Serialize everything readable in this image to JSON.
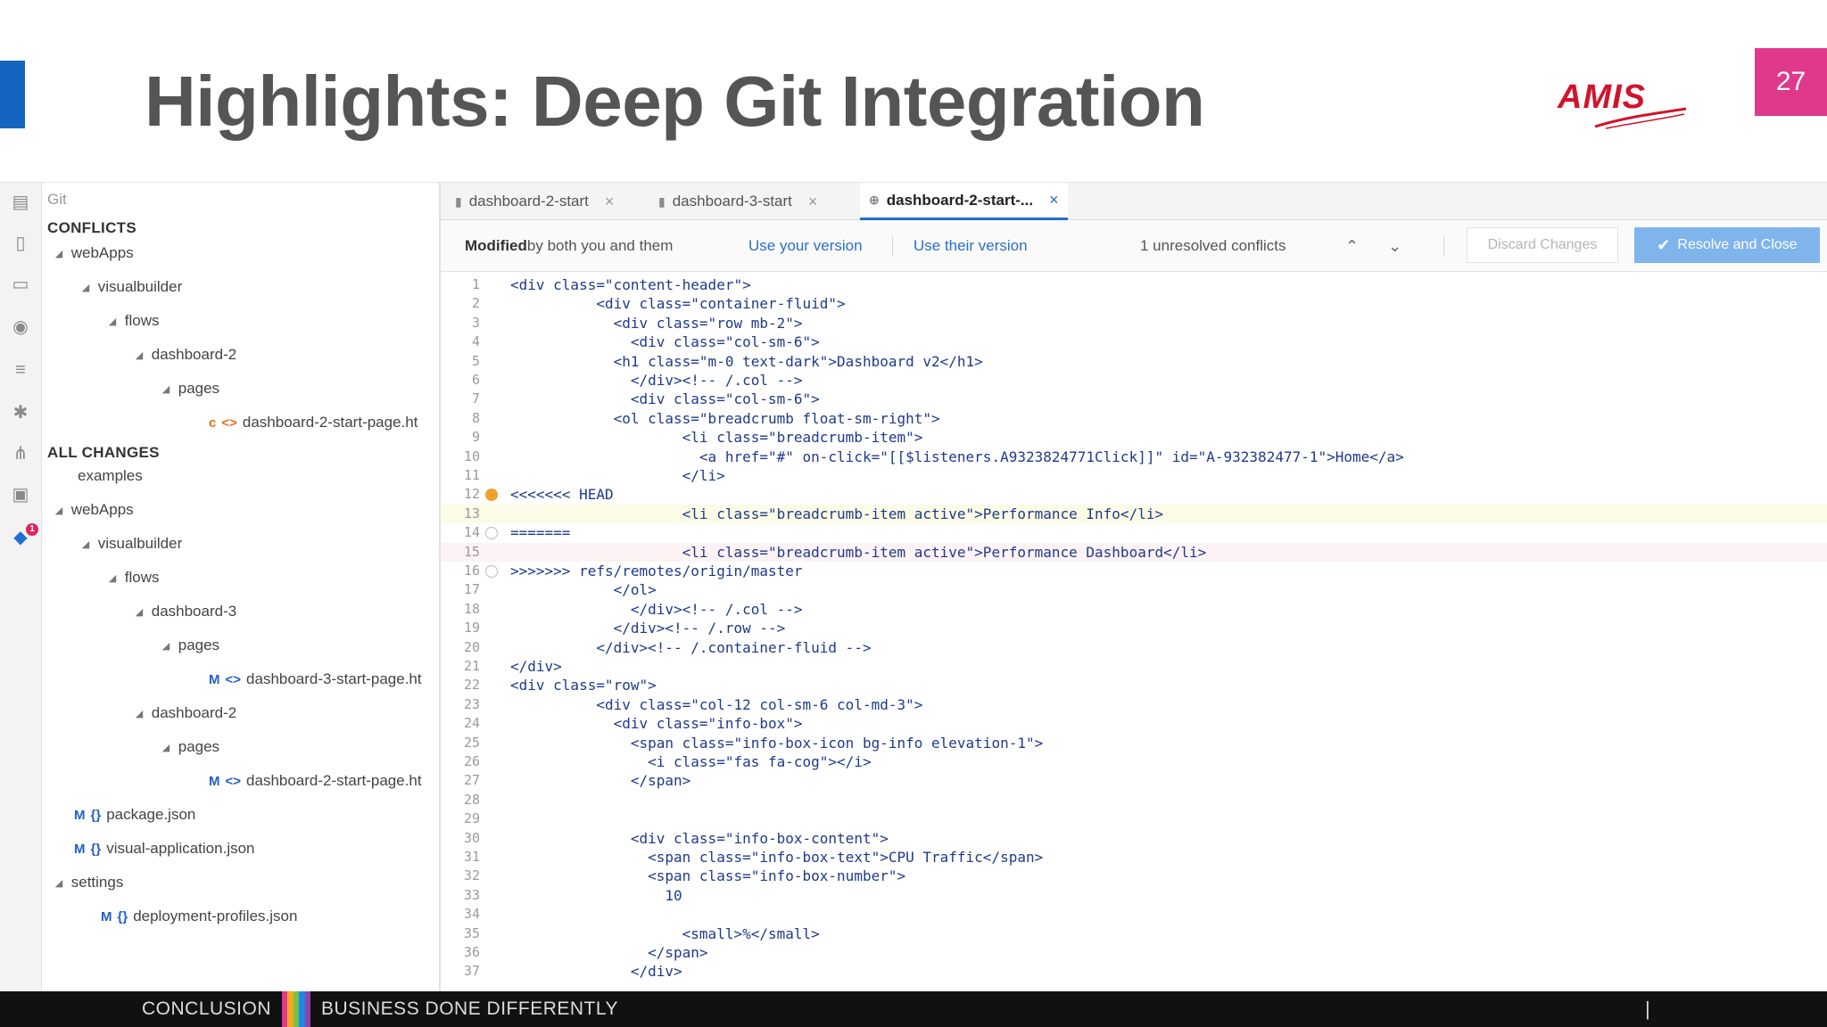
{
  "slide": {
    "title": "Highlights: Deep Git Integration",
    "page_number": "27",
    "logo_text": "AMIS"
  },
  "footer": {
    "section": "CONCLUSION",
    "tagline": "BUSINESS DONE DIFFERENTLY",
    "separator": "|"
  },
  "activity_bar": {
    "badge": "1",
    "icons": [
      "layout-icon",
      "page-icon",
      "monitor-icon",
      "eye-icon",
      "database-icon",
      "asterisk-icon",
      "graph-icon",
      "component-icon",
      "git-icon"
    ]
  },
  "sidebar": {
    "title": "Git",
    "conflicts_header": "CONFLICTS",
    "all_changes_header": "ALL CHANGES",
    "conflicts": [
      {
        "label": "webApps"
      },
      {
        "label": "visualbuilder"
      },
      {
        "label": "flows"
      },
      {
        "label": "dashboard-2"
      },
      {
        "label": "pages"
      },
      {
        "prefix": "c",
        "label": "dashboard-2-start-page.ht"
      }
    ],
    "changes": [
      {
        "label": "examples"
      },
      {
        "label": "webApps"
      },
      {
        "label": "visualbuilder"
      },
      {
        "label": "flows"
      },
      {
        "label": "dashboard-3"
      },
      {
        "label": "pages"
      },
      {
        "prefix": "M",
        "label": "dashboard-3-start-page.ht"
      },
      {
        "label": "dashboard-2"
      },
      {
        "label": "pages"
      },
      {
        "prefix": "M",
        "label": "dashboard-2-start-page.ht"
      },
      {
        "prefix": "M",
        "label": "package.json"
      },
      {
        "prefix": "M",
        "label": "visual-application.json"
      },
      {
        "label": "settings"
      },
      {
        "prefix": "M",
        "label": "deployment-profiles.json"
      }
    ]
  },
  "tabs": [
    {
      "label": "dashboard-2-start",
      "close": "×"
    },
    {
      "label": "dashboard-3-start",
      "close": "×"
    },
    {
      "label": "dashboard-2-start-...",
      "close": "×"
    }
  ],
  "conflict_bar": {
    "modified_bold": "Modified",
    "modified_rest": " by both you and them",
    "use_yours": "Use your version",
    "use_theirs": "Use their version",
    "unresolved": "1 unresolved conflicts",
    "discard": "Discard Changes",
    "resolve": "Resolve and Close"
  },
  "colors": {
    "accent_blue": "#1565c0",
    "page_box": "#e0388b",
    "logo_red": "#d0142c",
    "resolve_button": "#7fb4ec",
    "footer_bg": "#111111"
  },
  "code_lines": [
    {
      "n": "1",
      "text": "<div class=\"content-header\">"
    },
    {
      "n": "2",
      "text": "          <div class=\"container-fluid\">"
    },
    {
      "n": "3",
      "text": "            <div class=\"row mb-2\">"
    },
    {
      "n": "4",
      "text": "              <div class=\"col-sm-6\">"
    },
    {
      "n": "5",
      "text": "            <h1 class=\"m-0 text-dark\">Dashboard v2</h1>"
    },
    {
      "n": "6",
      "text": "              </div><!-- /.col -->"
    },
    {
      "n": "7",
      "text": "              <div class=\"col-sm-6\">"
    },
    {
      "n": "8",
      "text": "            <ol class=\"breadcrumb float-sm-right\">"
    },
    {
      "n": "9",
      "text": "                    <li class=\"breadcrumb-item\">"
    },
    {
      "n": "10",
      "text": "                      <a href=\"#\" on-click=\"[[$listeners.A9323824771Click]]\" id=\"A-932382477-1\">Home</a>"
    },
    {
      "n": "11",
      "text": "                    </li>"
    },
    {
      "n": "12",
      "text": "<<<<<<< HEAD",
      "marker": "orange"
    },
    {
      "n": "13",
      "text": "                    <li class=\"breadcrumb-item active\">Performance Info</li>",
      "hl": "yellow"
    },
    {
      "n": "14",
      "text": "=======",
      "marker": "empty"
    },
    {
      "n": "15",
      "text": "                    <li class=\"breadcrumb-item active\">Performance Dashboard</li>",
      "hl": "pink"
    },
    {
      "n": "16",
      "text": ">>>>>>> refs/remotes/origin/master",
      "marker": "empty"
    },
    {
      "n": "17",
      "text": "            </ol>"
    },
    {
      "n": "18",
      "text": "              </div><!-- /.col -->"
    },
    {
      "n": "19",
      "text": "            </div><!-- /.row -->"
    },
    {
      "n": "20",
      "text": "          </div><!-- /.container-fluid -->"
    },
    {
      "n": "21",
      "text": "</div>"
    },
    {
      "n": "22",
      "text": "<div class=\"row\">"
    },
    {
      "n": "23",
      "text": "          <div class=\"col-12 col-sm-6 col-md-3\">"
    },
    {
      "n": "24",
      "text": "            <div class=\"info-box\">"
    },
    {
      "n": "25",
      "text": "              <span class=\"info-box-icon bg-info elevation-1\">"
    },
    {
      "n": "26",
      "text": "                <i class=\"fas fa-cog\"></i>"
    },
    {
      "n": "27",
      "text": "              </span>"
    },
    {
      "n": "28",
      "text": ""
    },
    {
      "n": "29",
      "text": ""
    },
    {
      "n": "30",
      "text": "              <div class=\"info-box-content\">"
    },
    {
      "n": "31",
      "text": "                <span class=\"info-box-text\">CPU Traffic</span>"
    },
    {
      "n": "32",
      "text": "                <span class=\"info-box-number\">"
    },
    {
      "n": "33",
      "text": "                  10"
    },
    {
      "n": "34",
      "text": ""
    },
    {
      "n": "35",
      "text": "                    <small>%</small>"
    },
    {
      "n": "36",
      "text": "                </span>"
    },
    {
      "n": "37",
      "text": "              </div>"
    }
  ]
}
